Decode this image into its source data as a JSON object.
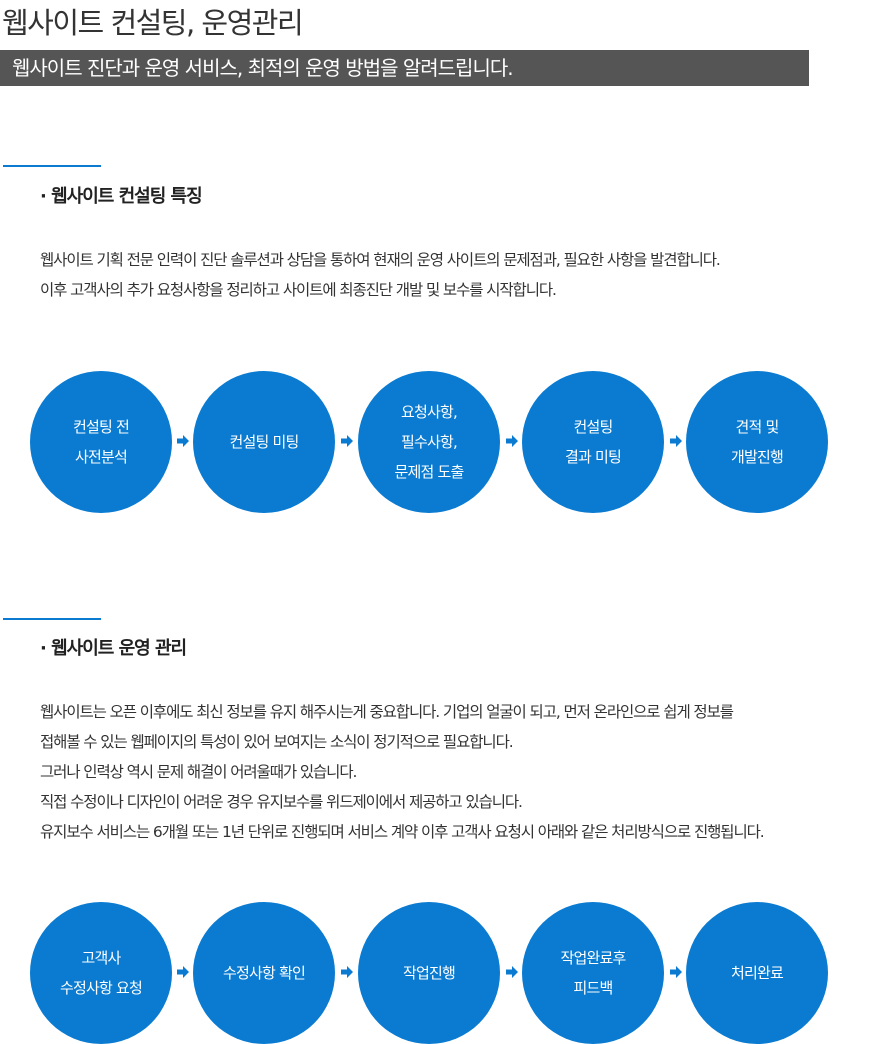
{
  "header": {
    "title": "웹사이트 컨설팅, 운영관리",
    "subtitle": "웹사이트 진단과 운영 서비스, 최적의 운영 방법을 알려드립니다."
  },
  "consulting": {
    "heading": "· 웹사이트 컨설팅 특징",
    "lines": [
      "웹사이트 기획 전문 인력이 진단 솔루션과 상담을 통하여 현재의 운영 사이트의 문제점과, 필요한 사항을 발견합니다.",
      "이후 고객사의 추가 요청사항을 정리하고 사이트에 최종진단 개발 및 보수를 시작합니다."
    ],
    "steps": [
      "컨설팅 전\n사전분석",
      "컨설팅 미팅",
      "요청사항,\n필수사항,\n문제점 도출",
      "컨설팅\n결과 미팅",
      "견적 및\n개발진행"
    ]
  },
  "operation": {
    "heading": "· 웹사이트 운영 관리",
    "lines": [
      "웹사이트는 오픈 이후에도 최신 정보를 유지 해주시는게 중요합니다. 기업의 얼굴이 되고, 먼저 온라인으로 쉽게 정보를",
      "접해볼 수 있는 웹페이지의 특성이 있어 보여지는 소식이 정기적으로 필요합니다.",
      "그러나 인력상 역시 문제 해결이 어려울때가 있습니다.",
      "직접 수정이나 디자인이 어려운 경우 유지보수를 위드제이에서 제공하고 있습니다.",
      "유지보수 서비스는 6개월 또는 1년 단위로 진행되며 서비스 계약 이후 고객사 요청시 아래와 같은 처리방식으로 진행됩니다."
    ],
    "steps": [
      "고객사\n수정사항 요청",
      "수정사항 확인",
      "작업진행",
      "작업완료후\n피드백",
      "처리완료"
    ]
  },
  "colors": {
    "accent": "#0a7bd1",
    "banner": "#555555"
  }
}
